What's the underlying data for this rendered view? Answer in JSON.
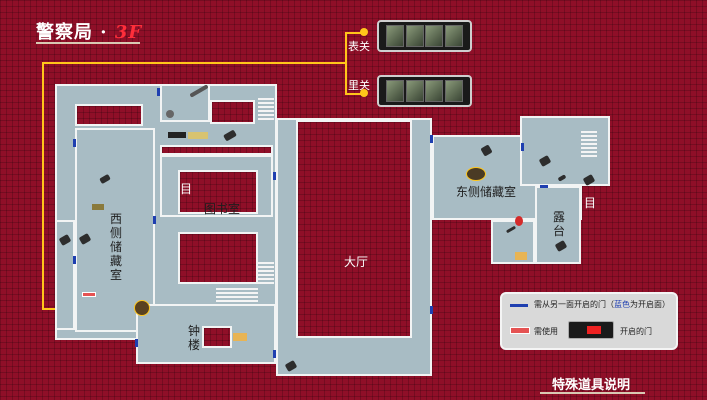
{
  "map": {
    "title": "警察局",
    "title_separator": " · ",
    "floor": "3F",
    "key_labels": {
      "front": "表关",
      "back": "里关"
    },
    "rooms": {
      "west_storage": "西侧储藏室",
      "library": "图书室",
      "main_hall": "大厅",
      "east_storage": "东侧储藏室",
      "terrace": "露台",
      "clock_tower": "钟楼"
    },
    "stairs_glyph": "目"
  },
  "legend": {
    "blue_door_text": "需从另一面开启的门（",
    "blue_door_highlight": "蓝色",
    "blue_door_tail": "为开启面）",
    "item_door_prefix": "需使用",
    "item_door_suffix": "开启的门"
  },
  "footer": {
    "title": "特殊道具说明"
  },
  "colors": {
    "background": "#8f0f28",
    "floor": "#a8bcc4",
    "wall": "#f2f4f4",
    "door": "#1f3fb0",
    "path": "#ffc61a"
  }
}
